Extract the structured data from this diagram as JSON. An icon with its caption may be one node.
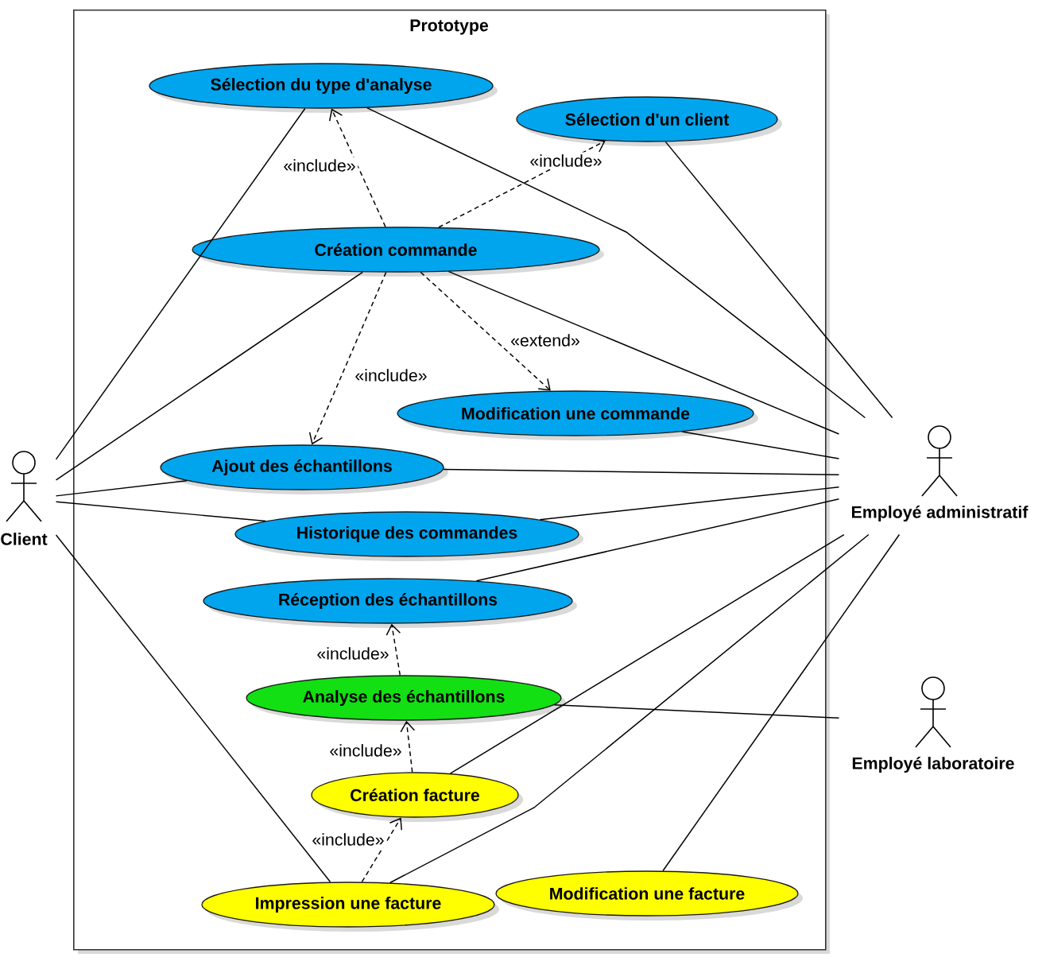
{
  "diagram": {
    "nodes": [
      {
        "text": [
          "Prototype"
        ]
      },
      {
        "text": [
          "Sélection du type d'analyse"
        ],
        "in": 0
      },
      {
        "text": [
          "Sélection d'un client"
        ],
        "in": 0
      },
      {
        "text": [
          "Création commande"
        ],
        "in": 0
      },
      {
        "text": [
          "Modification une commande"
        ],
        "in": 0
      },
      {
        "text": [
          "Ajout des échantillons"
        ],
        "in": 0
      },
      {
        "text": [
          "Historique des commandes"
        ],
        "in": 0
      },
      {
        "text": [
          "Réception des échantillons"
        ],
        "in": 0
      },
      {
        "text": [
          "Analyse des échantillons"
        ],
        "in": 0
      },
      {
        "text": [
          "Création facture"
        ],
        "in": 0
      },
      {
        "text": [
          "Impression une facture"
        ],
        "in": 0
      },
      {
        "text": [
          "Modification une facture"
        ],
        "in": 0
      },
      {
        "text": [
          "Client"
        ]
      },
      {
        "text": [
          "Employé administratif"
        ]
      },
      {
        "text": [
          "Employé laboratoire"
        ]
      }
    ],
    "edges": [
      {
        "from": 3,
        "to": 1,
        "arrow": "to",
        "label": "«include»",
        "style": "dashed"
      },
      {
        "from": 3,
        "to": 2,
        "arrow": "to",
        "label": "«include»",
        "style": "dashed"
      },
      {
        "from": 3,
        "to": 4,
        "arrow": "to",
        "label": "«extend»",
        "style": "dashed"
      },
      {
        "from": 3,
        "to": 5,
        "arrow": "to",
        "label": "«include»",
        "style": "dashed"
      },
      {
        "from": 8,
        "to": 7,
        "arrow": "to",
        "label": "«include»",
        "style": "dashed"
      },
      {
        "from": 9,
        "to": 8,
        "arrow": "to",
        "label": "«include»",
        "style": "dashed"
      },
      {
        "from": 10,
        "to": 9,
        "arrow": "to",
        "label": "«include»",
        "style": "dashed"
      },
      {
        "from": 12,
        "to": 1,
        "arrow": "none"
      },
      {
        "from": 12,
        "to": 3,
        "arrow": "none"
      },
      {
        "from": 12,
        "to": 5,
        "arrow": "none"
      },
      {
        "from": 12,
        "to": 6,
        "arrow": "none"
      },
      {
        "from": 12,
        "to": 10,
        "arrow": "none"
      },
      {
        "from": 13,
        "to": 1,
        "arrow": "none"
      },
      {
        "from": 13,
        "to": 2,
        "arrow": "none"
      },
      {
        "from": 13,
        "to": 3,
        "arrow": "none"
      },
      {
        "from": 13,
        "to": 4,
        "arrow": "none"
      },
      {
        "from": 13,
        "to": 5,
        "arrow": "none"
      },
      {
        "from": 13,
        "to": 6,
        "arrow": "none"
      },
      {
        "from": 13,
        "to": 7,
        "arrow": "none"
      },
      {
        "from": 13,
        "to": 9,
        "arrow": "none"
      },
      {
        "from": 13,
        "to": 10,
        "arrow": "none"
      },
      {
        "from": 13,
        "to": 11,
        "arrow": "none"
      },
      {
        "from": 14,
        "to": 8,
        "arrow": "none"
      }
    ]
  }
}
